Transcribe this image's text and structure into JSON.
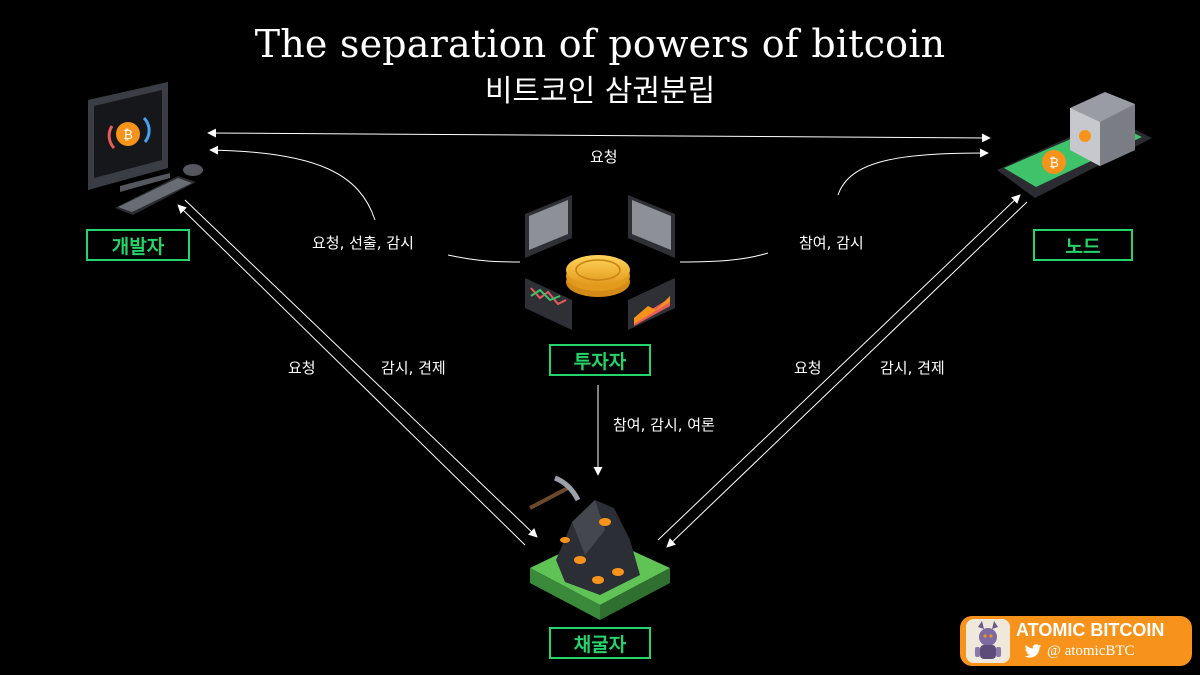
{
  "header": {
    "title": "The separation of powers of bitcoin",
    "subtitle": "비트코인 삼권분립"
  },
  "nodes": {
    "developer": "개발자",
    "node": "노드",
    "investor": "투자자",
    "miner": "채굴자"
  },
  "edges": {
    "developer_node": "요청",
    "investor_developer": "요청, 선출, 감시",
    "investor_node": "참여, 감시",
    "investor_miner": "참여, 감시, 여론",
    "miner_developer": "요청",
    "developer_miner": "감시, 견제",
    "miner_node": "요청",
    "node_miner": "감시, 견제"
  },
  "badge": {
    "name": "ATOMIC BITCOIN",
    "handle": "@ atomicBTC",
    "icon": "twitter-bird-icon"
  },
  "colors": {
    "background": "#000000",
    "accent_green": "#25d46a",
    "bitcoin_orange": "#f7931a",
    "arrow": "#ffffff"
  }
}
